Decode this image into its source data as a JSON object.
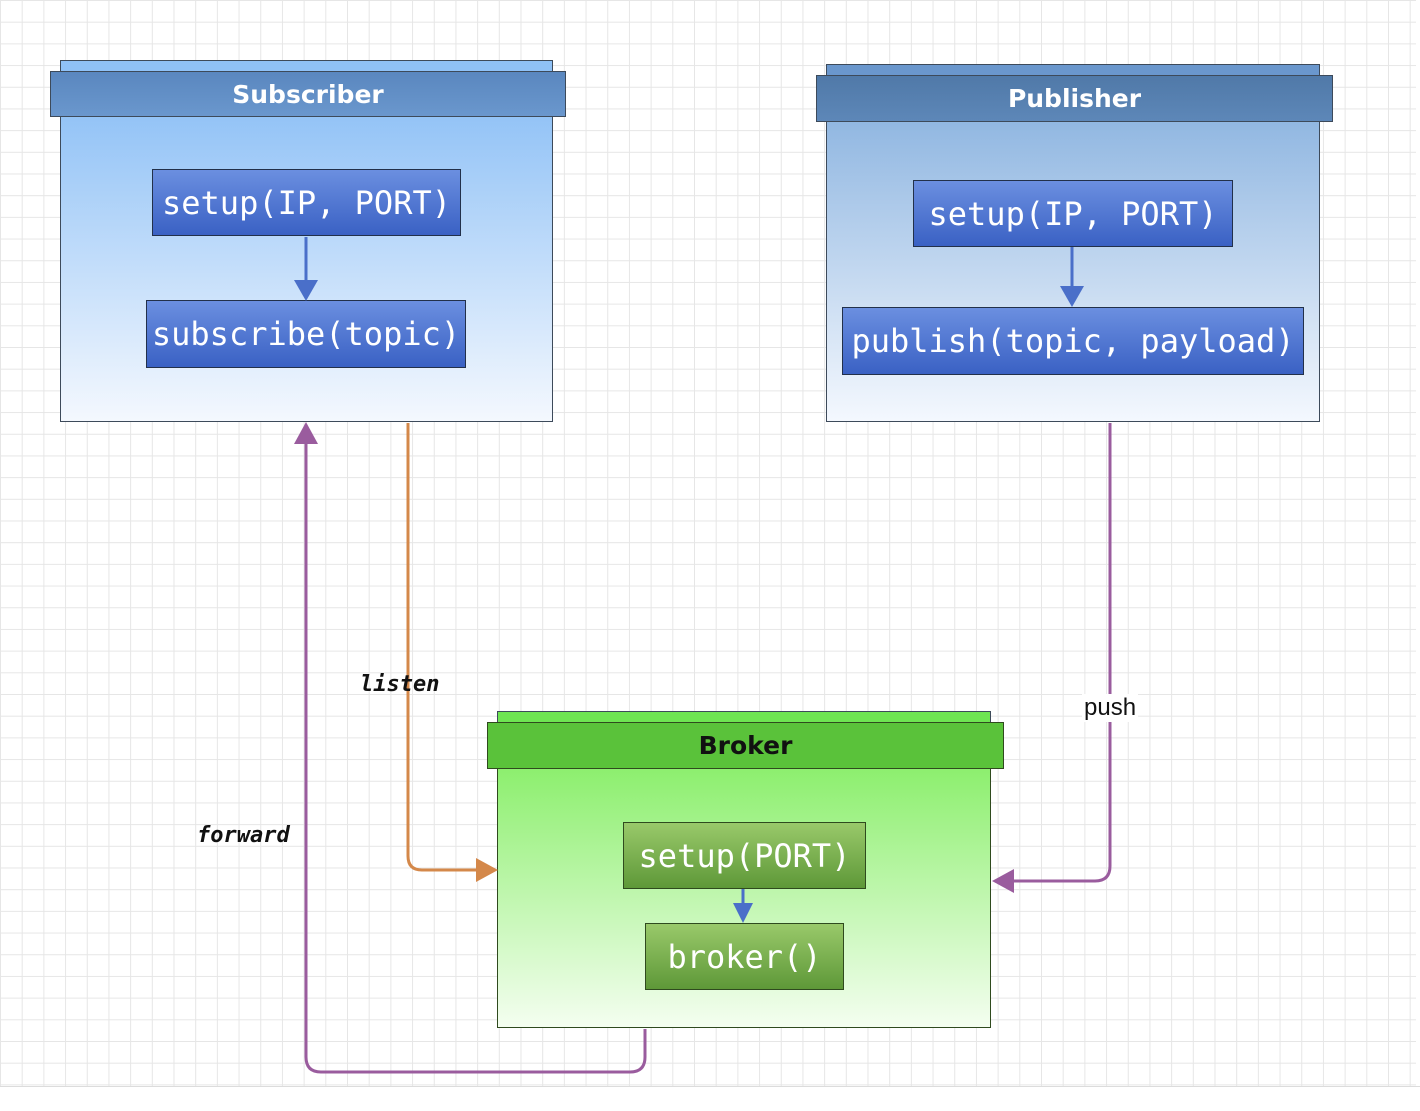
{
  "groups": {
    "subscriber": {
      "title": "Subscriber",
      "nodes": [
        "setup(IP, PORT)",
        "subscribe(topic)"
      ]
    },
    "publisher": {
      "title": "Publisher",
      "nodes": [
        "setup(IP, PORT)",
        "publish(topic, payload)"
      ]
    },
    "broker": {
      "title": "Broker",
      "nodes": [
        "setup(PORT)",
        "broker()"
      ]
    }
  },
  "edges": {
    "listen": "listen",
    "push": "push",
    "forward": "forward"
  },
  "colors": {
    "listen": "#d4884a",
    "push": "#9a5c9e",
    "forward": "#9a5c9e",
    "internal": "#4a6fc9"
  }
}
